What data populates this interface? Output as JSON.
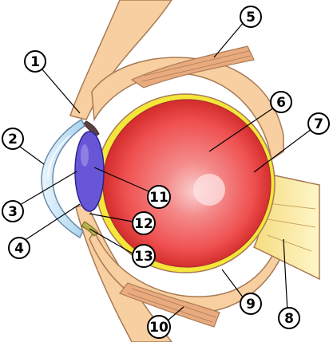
{
  "colors": {
    "skin": "#f8cfa0",
    "skin_outline": "#a87a55",
    "eye_red_light": "#fbd0d0",
    "eye_red": "#ef5050",
    "eye_red_dark": "#c81e1e",
    "sclera_yellow": "#f4e63a",
    "cornea_blue": "#c7e4f7",
    "lens_purple": "#6757d6",
    "muscle": "#e9ab7e",
    "optic_nerve": "#fff1b0"
  },
  "labels": [
    {
      "id": "1",
      "text": "1"
    },
    {
      "id": "2",
      "text": "2"
    },
    {
      "id": "3",
      "text": "3"
    },
    {
      "id": "4",
      "text": "4"
    },
    {
      "id": "5",
      "text": "5"
    },
    {
      "id": "6",
      "text": "6"
    },
    {
      "id": "7",
      "text": "7"
    },
    {
      "id": "8",
      "text": "8"
    },
    {
      "id": "9",
      "text": "9"
    },
    {
      "id": "10",
      "text": "10"
    },
    {
      "id": "11",
      "text": "11"
    },
    {
      "id": "12",
      "text": "12"
    },
    {
      "id": "13",
      "text": "13"
    }
  ]
}
